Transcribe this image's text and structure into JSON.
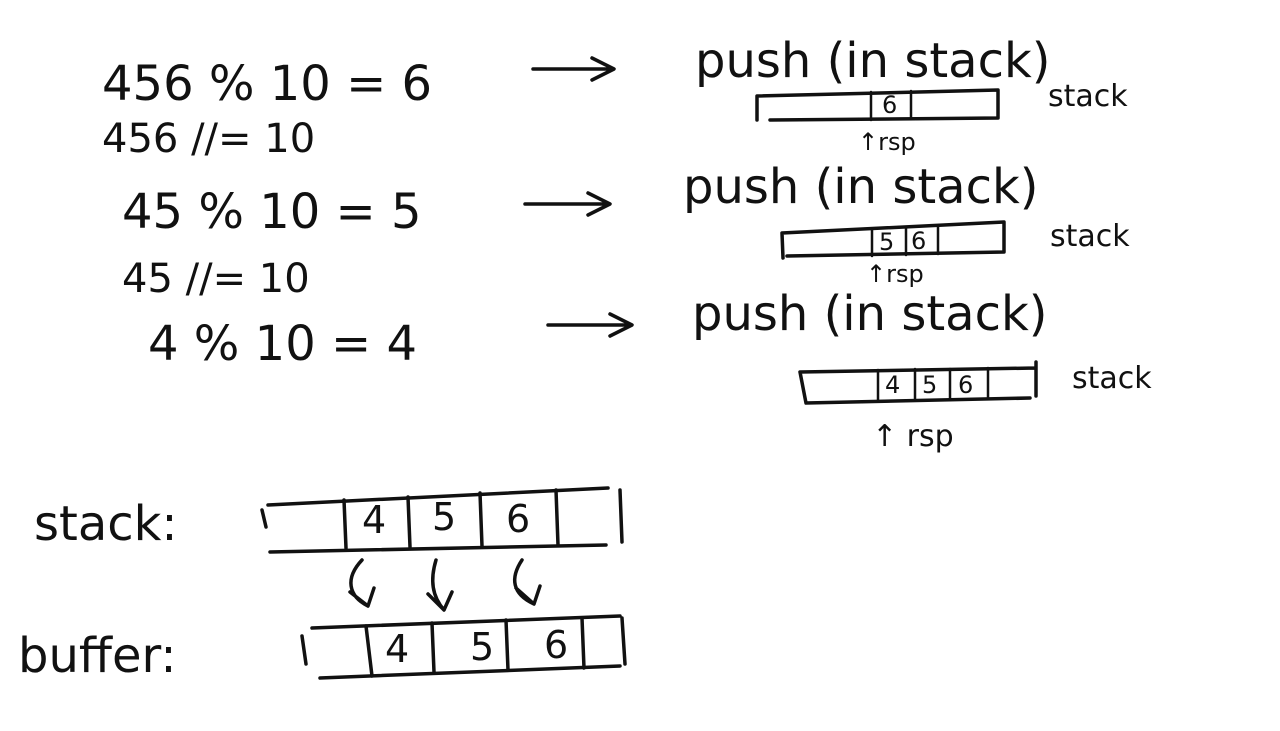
{
  "steps": [
    {
      "expression": "456 % 10 = 6",
      "action": "push  (in stack)",
      "stack_label": "stack",
      "cells": [
        "6"
      ],
      "pointer": "↑rsp"
    },
    {
      "expression": "45 % 10  =  5",
      "action": "push  (in stack)",
      "stack_label": "stack",
      "cells": [
        "5",
        "6"
      ],
      "pointer": "↑rsp"
    },
    {
      "expression": "4 %  10 = 4",
      "action": "push  (in stack)",
      "stack_label": "stack",
      "cells": [
        "4",
        "5",
        "6"
      ],
      "pointer": "↑ rsp"
    }
  ],
  "divisions": [
    "456 //= 10",
    "45 //=  10"
  ],
  "bottom": {
    "stack_label": "stack:",
    "stack_cells": [
      "4",
      "5",
      "6"
    ],
    "buffer_label": "buffer:",
    "buffer_cells": [
      "4",
      "5",
      "6"
    ]
  }
}
